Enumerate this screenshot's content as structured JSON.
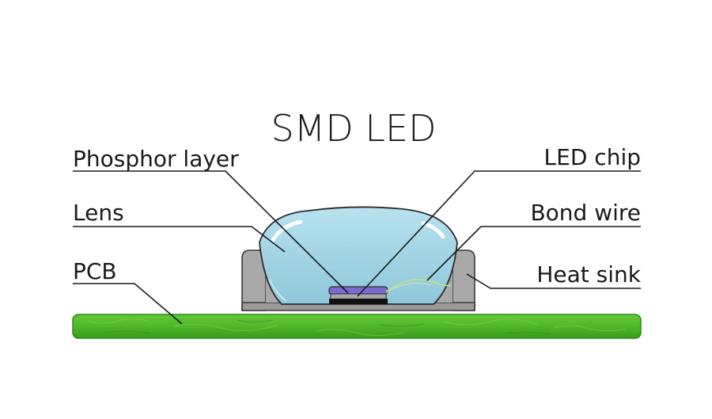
{
  "title": "SMD LED",
  "labels": {
    "phosphor": "Phosphor layer",
    "lens": "Lens",
    "pcb": "PCB",
    "chip": "LED chip",
    "bond": "Bond wire",
    "heatsink": "Heat sink"
  },
  "colors": {
    "pcb": "#4fb82a",
    "pcb_dark": "#2f8a1a",
    "housing": "#a9a9a9",
    "housing_edge": "#3a3a3a",
    "lens": "#9fd4e4",
    "lens_edge": "#2c2c2c",
    "phosphor": "#7a6bd0",
    "chip": "#111111",
    "bond_wire": "#c9e07a"
  }
}
